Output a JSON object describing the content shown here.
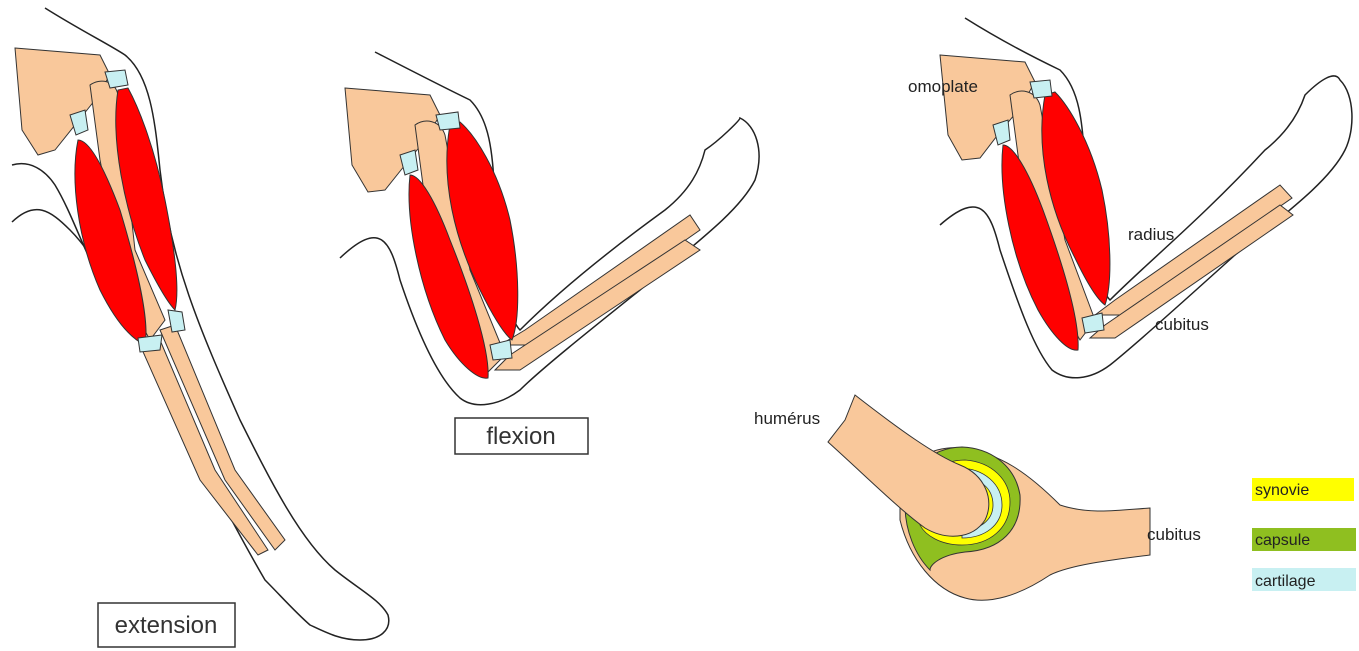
{
  "captions": {
    "extension": "extension",
    "flexion": "flexion"
  },
  "labels": {
    "omoplate": "omoplate",
    "radius": "radius",
    "cubitus_arm": "cubitus",
    "humerus": "humérus",
    "cubitus_joint": "cubitus"
  },
  "legend": [
    {
      "label": "synovie",
      "color": "#ffff00"
    },
    {
      "label": "capsule",
      "color": "#8fbf20"
    },
    {
      "label": "cartilage",
      "color": "#c8f0f2"
    }
  ],
  "colors": {
    "bone": "#f9c89b",
    "muscle": "#ff0000",
    "skin_outline": "#222222",
    "cartilage": "#c8f0f2",
    "synovie": "#ffff00",
    "capsule": "#8fbf20"
  }
}
